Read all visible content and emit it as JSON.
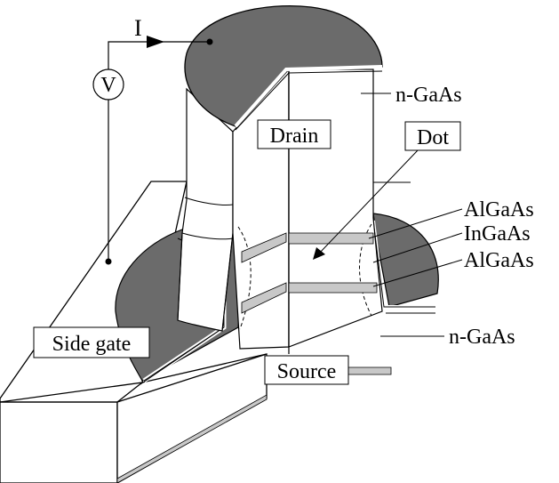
{
  "labels": {
    "current": "I",
    "voltage": "V",
    "drain": "Drain",
    "dot": "Dot",
    "source": "Source",
    "side_gate": "Side gate",
    "n_gaas_top": "n-GaAs",
    "algaas_top": "AlGaAs",
    "ingaas": "InGaAs",
    "algaas_bottom": "AlGaAs",
    "n_gaas_bottom": "n-GaAs"
  },
  "colors": {
    "gate_metal": "#6b6b6b",
    "barrier_layer": "#c8c8c8",
    "outline": "#000000",
    "background": "#ffffff"
  }
}
